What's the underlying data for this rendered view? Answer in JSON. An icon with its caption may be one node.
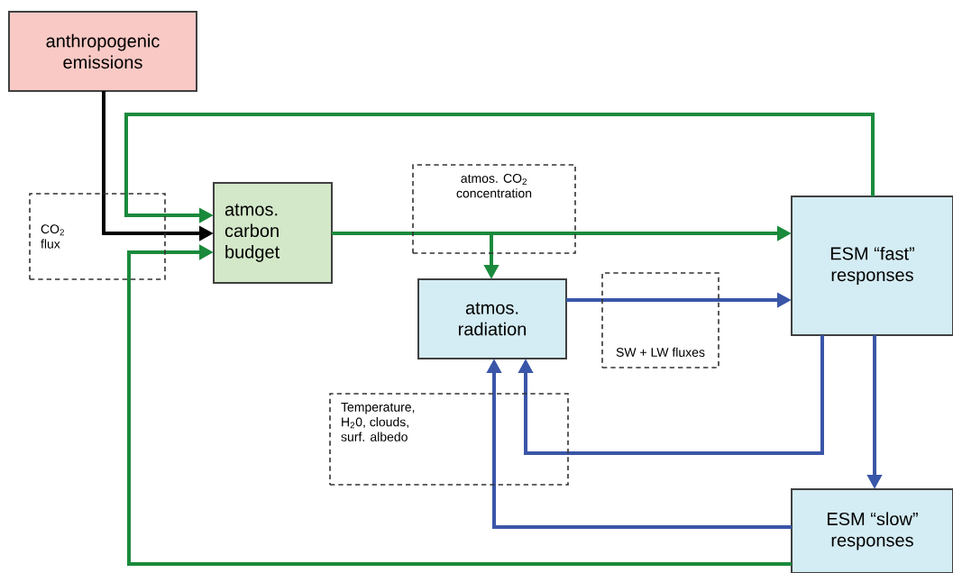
{
  "diagram": {
    "nodes": [
      {
        "text": [
          "anthropogenic emissions"
        ]
      },
      {
        "text": [
          "atmos. carbon budget"
        ]
      },
      {
        "text": [
          "atmos. radiation"
        ]
      },
      {
        "text": [
          "ESM “fast” responses"
        ]
      },
      {
        "text": [
          "ESM “slow” responses"
        ]
      }
    ],
    "edges": [
      {
        "from": 0,
        "to": 1,
        "arrow": "to",
        "color": "#000000"
      },
      {
        "from": 3,
        "to": 1,
        "arrow": "to"
      },
      {
        "from": 4,
        "to": 1,
        "arrow": "to"
      },
      {
        "from": 1,
        "to": 3,
        "arrow": "to"
      },
      {
        "from": 1,
        "to": 2,
        "arrow": "to"
      },
      {
        "from": 2,
        "to": 3,
        "arrow": "to",
        "color": "#3a56a8"
      },
      {
        "from": 3,
        "to": 2,
        "arrow": "to",
        "color": "#3a56a8"
      },
      {
        "from": 3,
        "to": 4,
        "arrow": "to",
        "color": "#3a56a8"
      },
      {
        "from": 4,
        "to": 2,
        "arrow": "to",
        "color": "#3a56a8"
      }
    ],
    "labels": [
      "CO$_{2}$ flux",
      "atmos. CO$_{2}$ concentration",
      "SW + LW fluxes",
      "Temperature, H$_{2}$0, clouds, surf. albedo"
    ]
  }
}
